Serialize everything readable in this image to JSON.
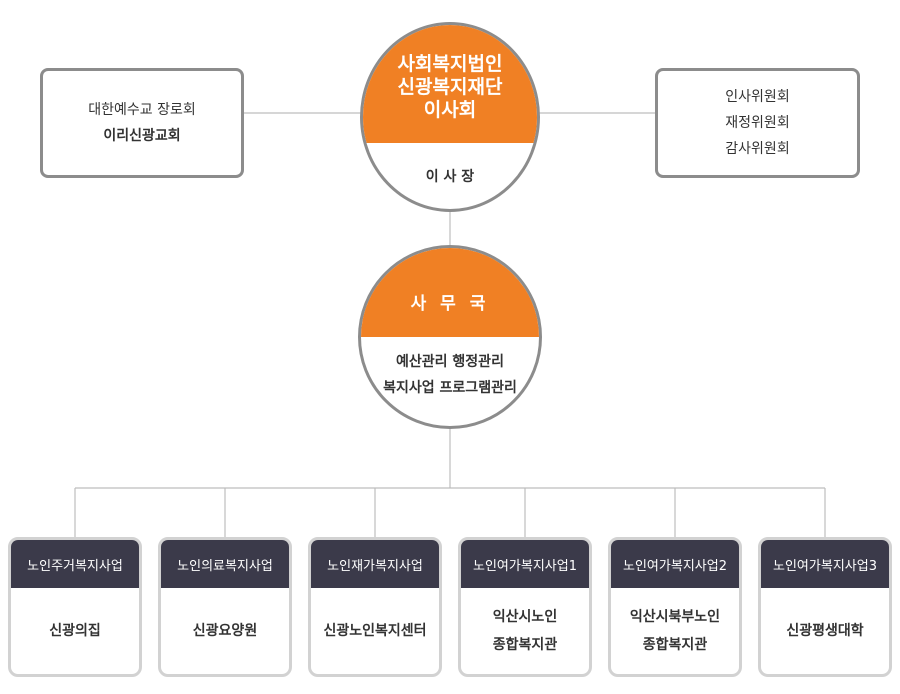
{
  "board": {
    "title_lines": [
      "사회복지법인",
      "신광복지재단",
      "이사회"
    ],
    "chair": "이 사 장"
  },
  "church": {
    "line1": "대한예수교 장로회",
    "line2": "이리신광교회"
  },
  "committees": [
    "인사위원회",
    "재정위원회",
    "감사위원회"
  ],
  "office": {
    "title": "사 무 국",
    "duty_lines": [
      "예산관리 행정관리",
      "복지사업 프로그램관리"
    ]
  },
  "units": [
    {
      "program": "노인주거복지사업",
      "facility_lines": [
        "신광의집"
      ]
    },
    {
      "program": "노인의료복지사업",
      "facility_lines": [
        "신광요양원"
      ]
    },
    {
      "program": "노인재가복지사업",
      "facility_lines": [
        "신광노인복지센터"
      ]
    },
    {
      "program": "노인여가복지사업1",
      "facility_lines": [
        "익산시노인",
        "종합복지관"
      ]
    },
    {
      "program": "노인여가복지사업2",
      "facility_lines": [
        "익산시북부노인",
        "종합복지관"
      ]
    },
    {
      "program": "노인여가복지사업3",
      "facility_lines": [
        "신광평생대학"
      ]
    }
  ],
  "colors": {
    "accent": "#f08024",
    "header_dark": "#3b3a4a",
    "border": "#8c8c8c",
    "line": "#bdbdbd"
  }
}
